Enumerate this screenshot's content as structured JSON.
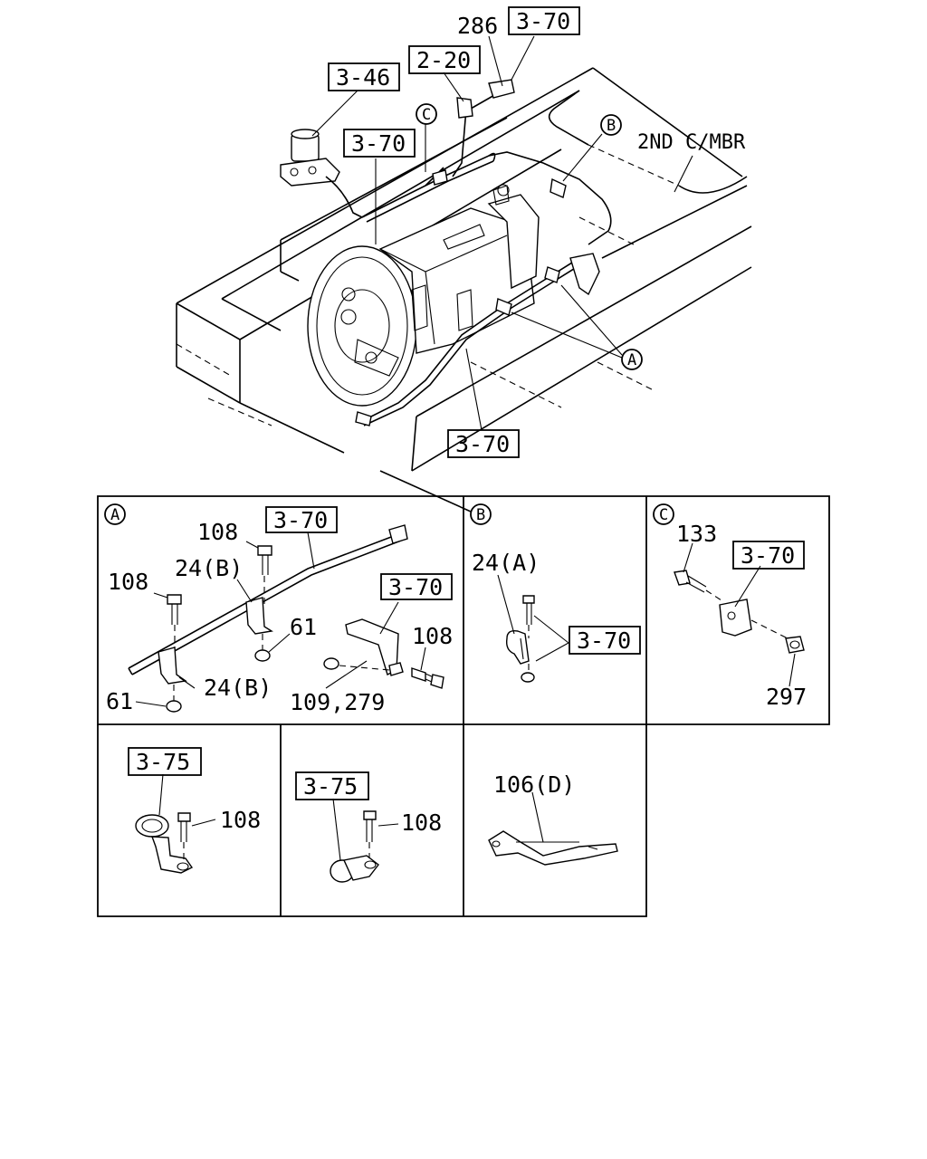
{
  "main": {
    "labels": {
      "n286": "286",
      "ref_3_70_a": "3-70",
      "ref_2_20": "2-20",
      "ref_3_46": "3-46",
      "ref_3_70_b": "3-70",
      "ref_3_70_c": "3-70",
      "circle_c": "C",
      "circle_b": "B",
      "circle_a": "A",
      "member": "2ND C/MBR"
    }
  },
  "detail_a": {
    "circle": "A",
    "n108_top": "108",
    "n108_left": "108",
    "n108_right": "108",
    "n24b_top": "24(B)",
    "n24b_bottom": "24(B)",
    "n61_right": "61",
    "n61_left": "61",
    "ref_3_70_top": "3-70",
    "ref_3_70_bracket": "3-70",
    "n109_279": "109,279"
  },
  "detail_b": {
    "circle": "B",
    "n24a": "24(A)",
    "ref_3_70": "3-70"
  },
  "detail_c": {
    "circle": "C",
    "n133": "133",
    "ref_3_70": "3-70",
    "n297": "297"
  },
  "detail_d": {
    "ref_3_75": "3-75",
    "n108": "108"
  },
  "detail_e": {
    "ref_3_75": "3-75",
    "n108": "108"
  },
  "detail_f": {
    "n106d": "106(D)"
  }
}
